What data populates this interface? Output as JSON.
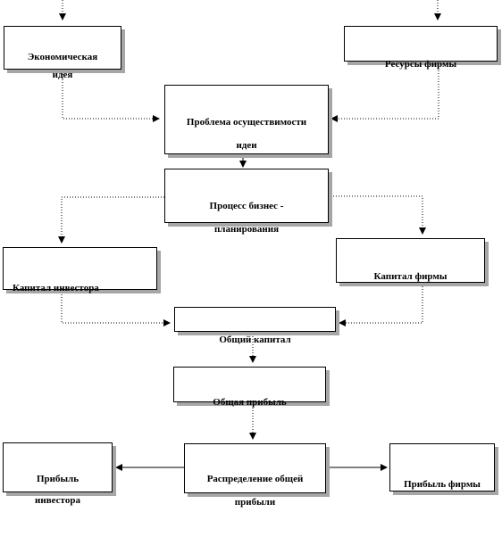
{
  "diagram": {
    "nodes": {
      "economic_idea": "Экономическая\nидея",
      "firm_resources": "Ресурсы фирмы",
      "feasibility_problem": "Проблема осуществимости\nидеи",
      "business_planning": "Процесс бизнес -\nпланирования",
      "investor_capital": "Капитал инвестора",
      "firm_capital": "Капитал фирмы",
      "total_capital": "Общий капитал",
      "total_profit": "Общая прибыль",
      "investor_profit": "Прибыль\nинвестора",
      "profit_distribution": "Распределение общей\nприбыли",
      "firm_profit": "Прибыль фирмы"
    },
    "colors": {
      "line": "#000000",
      "shadow": "#a6a6a6",
      "background": "#ffffff"
    }
  }
}
